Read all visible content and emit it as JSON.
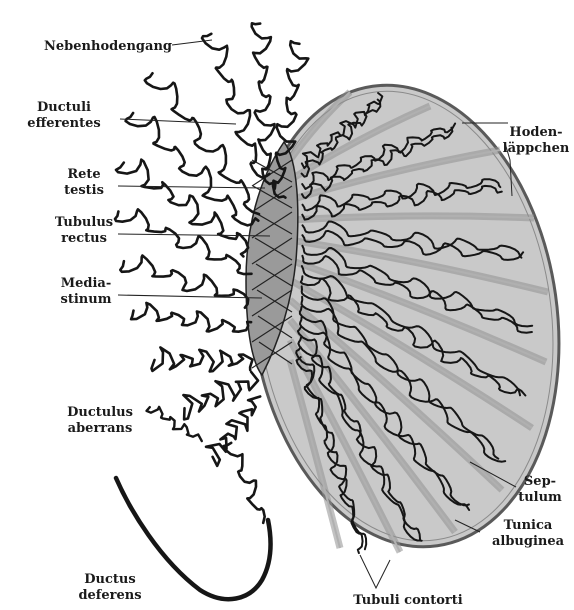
{
  "labels": {
    "nebenhodengang": "Nebenhodengang",
    "ductuli_1": "Ductuli",
    "ductuli_2": "efferentes",
    "rete_1": "Rete",
    "rete_2": "testis",
    "tubulus_1": "Tubulus",
    "tubulus_2": "rectus",
    "mediastinum_1": "Media-",
    "mediastinum_2": "stinum",
    "aberrans_1": "Ductulus",
    "aberrans_2": "aberrans",
    "deferens_1": "Ductus",
    "deferens_2": "deferens",
    "hoden_1": "Hoden-",
    "hoden_2": "läppchen",
    "septulum_1": "Sep-",
    "septulum_2": "tulum",
    "tunica_1": "Tunica",
    "tunica_2": "albuginea",
    "tubuli": "Tubuli contorti"
  },
  "colors": {
    "testis_fill": "#c9c9c9",
    "testis_border": "#5a5a5a",
    "septum": "#8f8f8f",
    "mediastinum_fill": "#9a9a9a",
    "ink": "#161616"
  }
}
